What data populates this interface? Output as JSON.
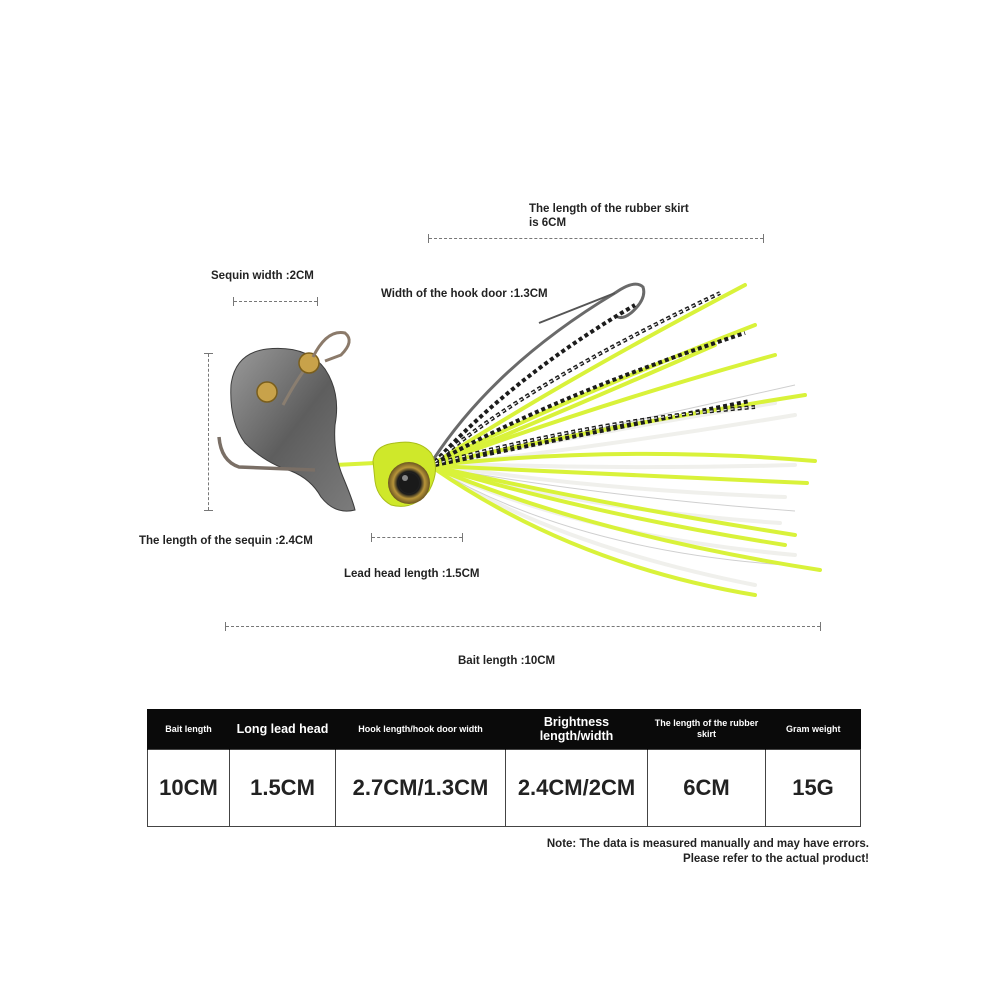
{
  "annotations": {
    "rubber_skirt_line1": "The length of the rubber skirt",
    "rubber_skirt_line2": "is 6CM",
    "sequin_width": "Sequin width :2CM",
    "hook_door_width": "Width of the hook door :1.3CM",
    "sequin_length": "The length of the sequin :2.4CM",
    "lead_head_length": "Lead head length :1.5CM",
    "bait_length": "Bait length :10CM"
  },
  "product_image": {
    "description_icon": "chatterbait-lure-icon",
    "colors": {
      "skirt_chartreuse": "#d9f23a",
      "skirt_white": "#f2f2ee",
      "blade_gray": "#6e6e6e",
      "head_chartreuse": "#cfe82a",
      "eye_gold": "#b8953a"
    }
  },
  "spec_table": {
    "headers": [
      "Bait length",
      "Long lead head",
      "Hook length/hook door width",
      "Brightness length/width",
      "The length of the rubber skirt",
      "Gram weight"
    ],
    "values": [
      "10CM",
      "1.5CM",
      "2.7CM/1.3CM",
      "2.4CM/2CM",
      "6CM",
      "15G"
    ]
  },
  "note": {
    "line1": "Note: The data is measured manually and may have errors.",
    "line2": "Please refer to the actual product!"
  }
}
